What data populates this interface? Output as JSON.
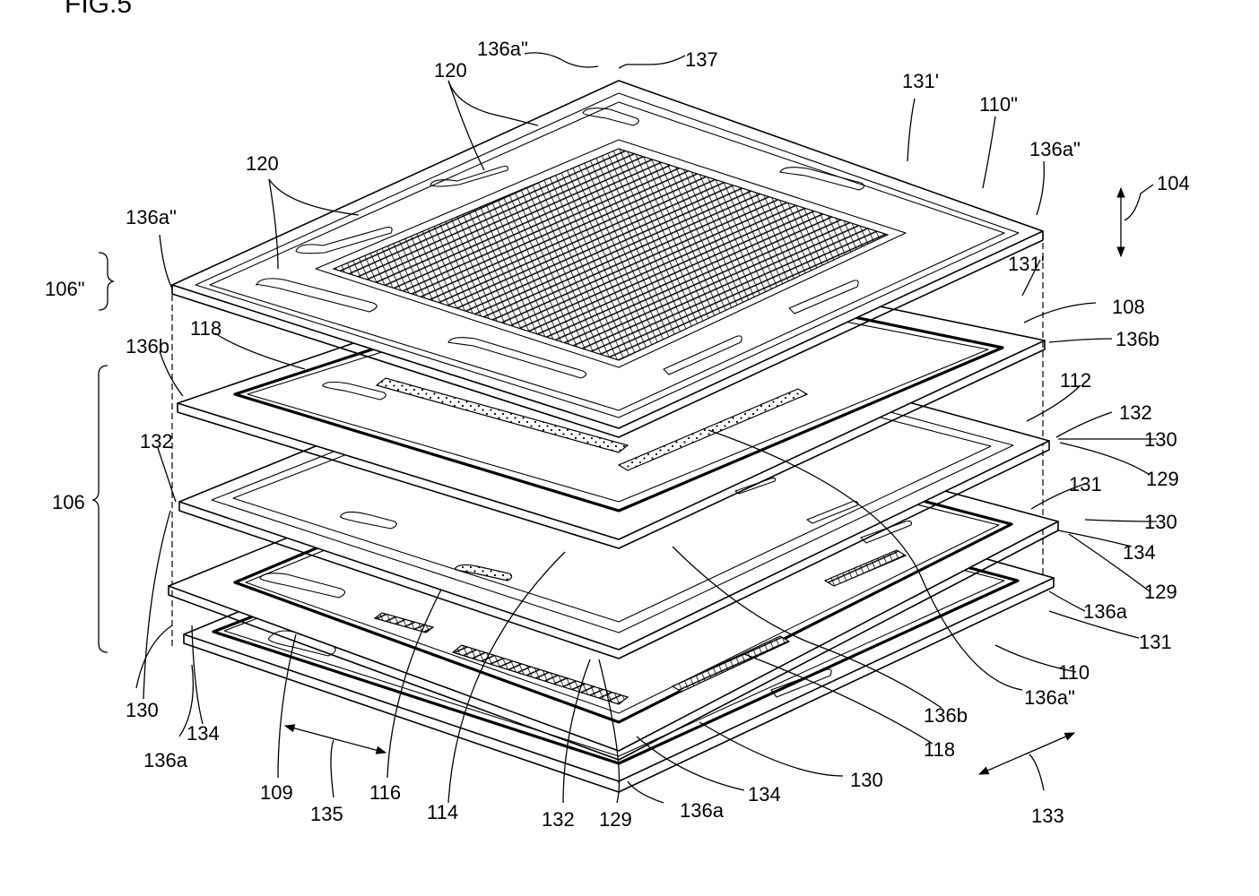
{
  "figure": {
    "title": "FIG.5"
  },
  "labels": {
    "l104": "104",
    "l106": "106",
    "l106pp": "106\"",
    "l108": "108",
    "l109": "109",
    "l110": "110",
    "l110pp": "110\"",
    "l112": "112",
    "l114": "114",
    "l116": "116",
    "l118a": "118",
    "l118b": "118",
    "l120a": "120",
    "l120b": "120",
    "l129a": "129",
    "l129b": "129",
    "l129c": "129",
    "l130a": "130",
    "l130b": "130",
    "l130c": "130",
    "l130d": "130",
    "l131a": "131'",
    "l131b": "131'",
    "l131c": "131",
    "l131d": "131",
    "l132a": "132",
    "l132b": "132",
    "l132c": "132",
    "l133": "133",
    "l134a": "134",
    "l134b": "134",
    "l134c": "134",
    "l135": "135",
    "l136a_1": "136a",
    "l136a_2": "136a",
    "l136a_3": "136a",
    "l136app_1": "136a\"",
    "l136app_2": "136a\"",
    "l136app_3": "136a\"",
    "l136app_4": "136a\"",
    "l136b_1": "136b",
    "l136b_2": "136b",
    "l136b_3": "136b",
    "l137": "137"
  }
}
